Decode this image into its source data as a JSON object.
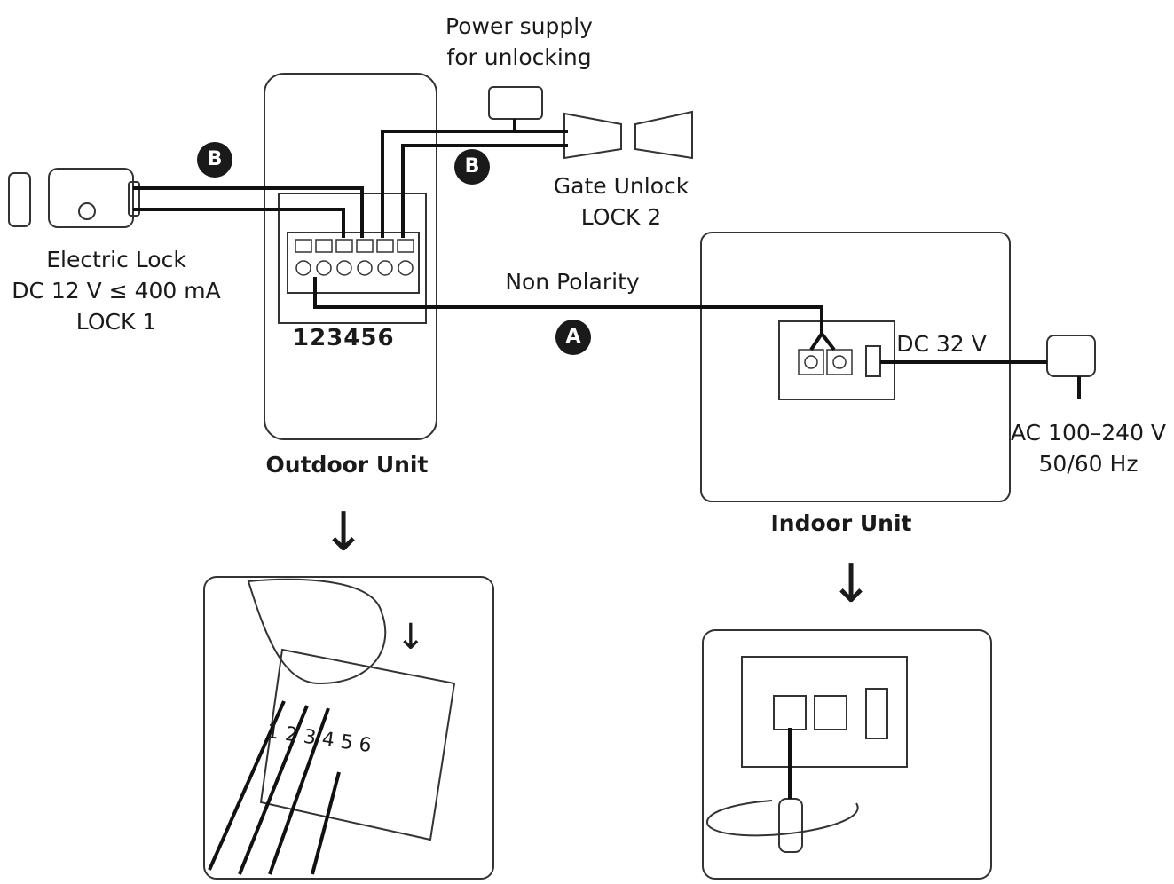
{
  "power_supply": {
    "line1": "Power supply",
    "line2": "for unlocking"
  },
  "gate_lock": {
    "line1": "Gate Unlock",
    "line2": "LOCK 2"
  },
  "electric_lock": {
    "line1": "Electric Lock",
    "line2": "DC 12 V ≤ 400 mA",
    "line3": "LOCK 1"
  },
  "non_polarity": "Non Polarity",
  "outdoor_unit": {
    "label": "Outdoor Unit",
    "terminals": "123456"
  },
  "indoor_unit": {
    "label": "Indoor Unit",
    "dc_label": "DC 32 V"
  },
  "adapter": {
    "line1": "AC 100–240 V",
    "line2": "50/60 Hz"
  },
  "badges": {
    "b1": "B",
    "b2": "B",
    "a": "A"
  },
  "detail_terminals": [
    "1",
    "2",
    "3",
    "4",
    "5",
    "6"
  ]
}
